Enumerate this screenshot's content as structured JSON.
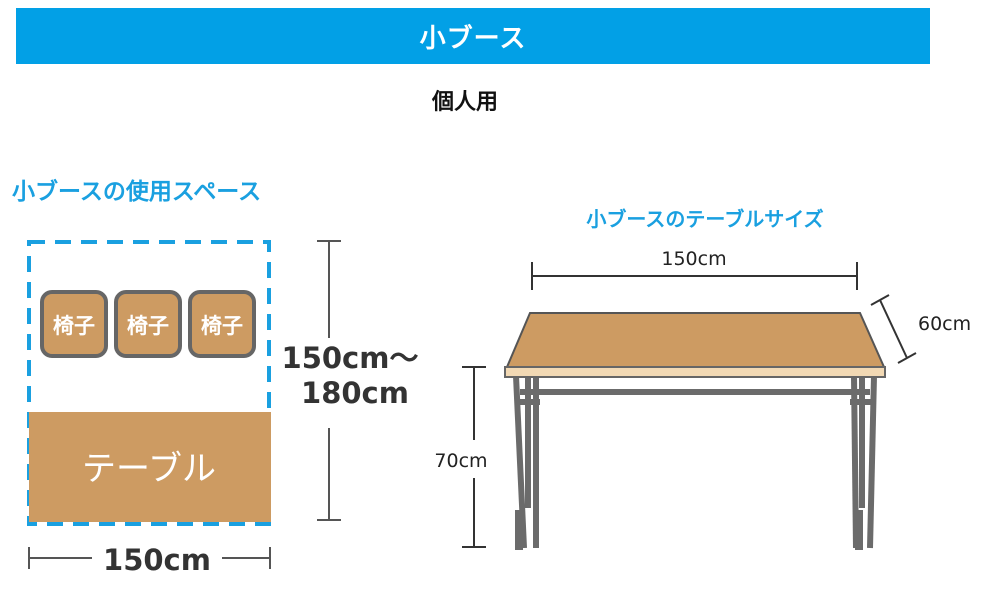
{
  "header": {
    "title": "小ブース"
  },
  "subtitle": "個人用",
  "space": {
    "title": "小ブースの使用スペース",
    "chair_label": "椅子",
    "table_label": "テーブル",
    "depth_label": "150cm〜\n180cm",
    "depth_line1": "150cm〜",
    "depth_line2": "180cm",
    "width_label": "150cm"
  },
  "table": {
    "title": "小ブースのテーブルサイズ",
    "width_label": "150cm",
    "depth_label": "60cm",
    "height_label": "70cm"
  },
  "colors": {
    "banner": "#02a0e6",
    "accent_text": "#1aa0e0",
    "table_wood": "#cd9b62",
    "dashed_border": "#1aa0e0",
    "legs": "#666666"
  }
}
